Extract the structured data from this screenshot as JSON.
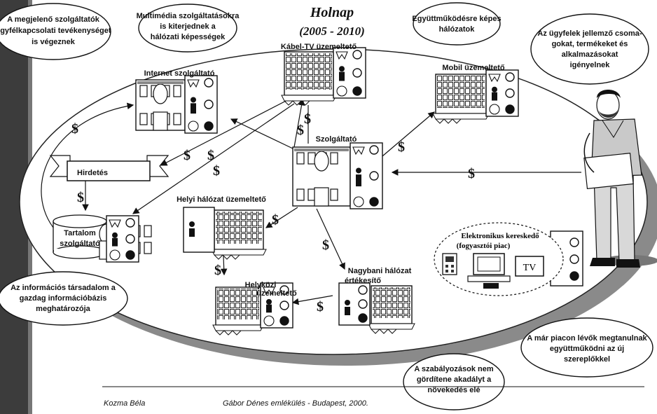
{
  "title": "Holnap",
  "subtitle": "(2005 - 2010)",
  "bubbles": {
    "top_left": [
      "A megjelenő szolgáltatók",
      "ügyfélkapcsolati tevékenységet",
      "is végeznek"
    ],
    "multimedia": [
      "Multimédia szolgáltatásokra",
      "is kiterjednek a",
      "hálózati képességek"
    ],
    "cooperation": [
      "Együttműködésre képes",
      "hálózatok"
    ],
    "customers": [
      "Az ügyfelek jellemző csoma-",
      "gokat, termékeket és",
      "alkalmazásokat",
      "igényelnek"
    ],
    "information": [
      "Az információs társadalom a",
      "gazdag információbázis",
      "meghatározója"
    ],
    "market": [
      "A már piacon lévők megtanulnak",
      "együttműködni az új",
      "szereplőkkel"
    ],
    "regulation": [
      "A szabályozások nem",
      "gördítene akadályt a",
      "növekedés elé"
    ]
  },
  "nodes": {
    "internet": "Internet szolgáltató",
    "cable": "Kábel-TV üzemeltető",
    "mobile": "Mobil üzemeltető",
    "provider": "Szolgáltató",
    "local": "Helyi hálózat üzemeltető",
    "content": [
      "Tartalom",
      "szolgáltató"
    ],
    "interlocal": [
      "Helyközi",
      "üzemeltető"
    ],
    "wholesale": [
      "Nagybani hálózat",
      "értékesítő"
    ],
    "ecommerce": [
      "Elektronikus kereskedő",
      "(fogyasztói piac)"
    ],
    "tv": "TV"
  },
  "banner": "Hirdetés",
  "money_symbol": "$",
  "footer": {
    "author": "Kozma Béla",
    "event": "Gábor Dénes emlékülés - Budapest, 2000."
  }
}
